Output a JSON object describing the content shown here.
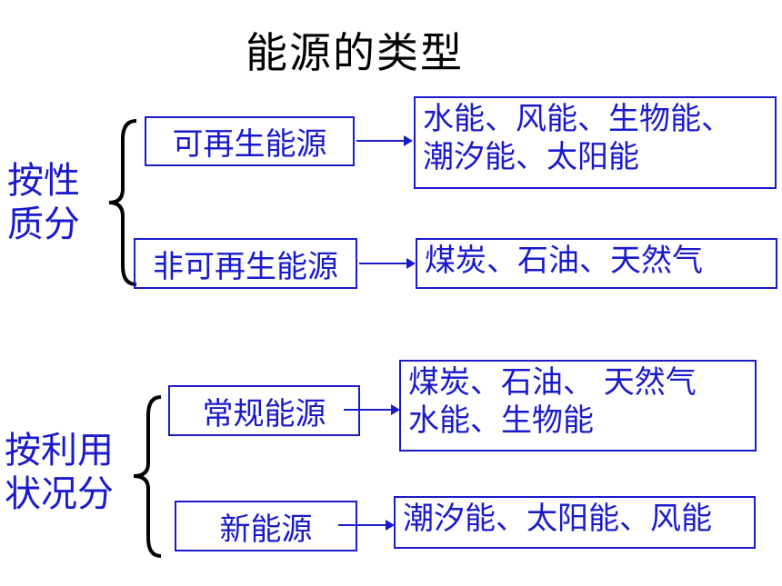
{
  "title": "能源的类型",
  "groups": [
    {
      "side_label": [
        "按性",
        "质分"
      ],
      "items": [
        {
          "category": "可再生能源",
          "examples": [
            "水能、风能、生物能、",
            "潮汐能、太阳能"
          ]
        },
        {
          "category": "非可再生能源",
          "examples": [
            "煤炭、石油、天然气"
          ]
        }
      ]
    },
    {
      "side_label": [
        "按利用",
        "状况分"
      ],
      "items": [
        {
          "category": "常规能源",
          "examples": [
            "煤炭、石油、 天然气",
            "水能、生物能"
          ]
        },
        {
          "category": "新能源",
          "examples": [
            "潮汐能、太阳能、风能"
          ]
        }
      ]
    }
  ],
  "colors": {
    "accent": "#1a1acc",
    "title": "#000000",
    "background": "#ffffff"
  }
}
